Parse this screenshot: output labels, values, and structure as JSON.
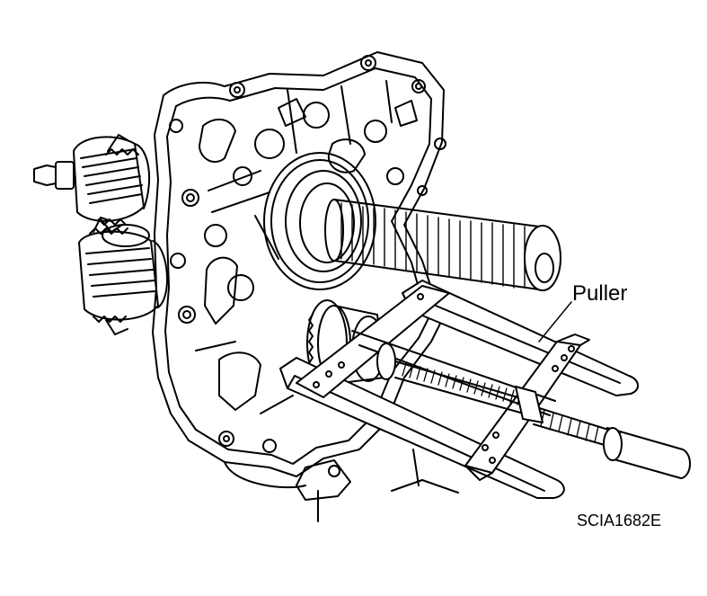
{
  "diagram": {
    "callouts": [
      {
        "id": "puller",
        "text": "Puller"
      }
    ],
    "figure_code": "SCIA1682E",
    "colors": {
      "stroke": "#000000",
      "background": "#ffffff"
    }
  }
}
